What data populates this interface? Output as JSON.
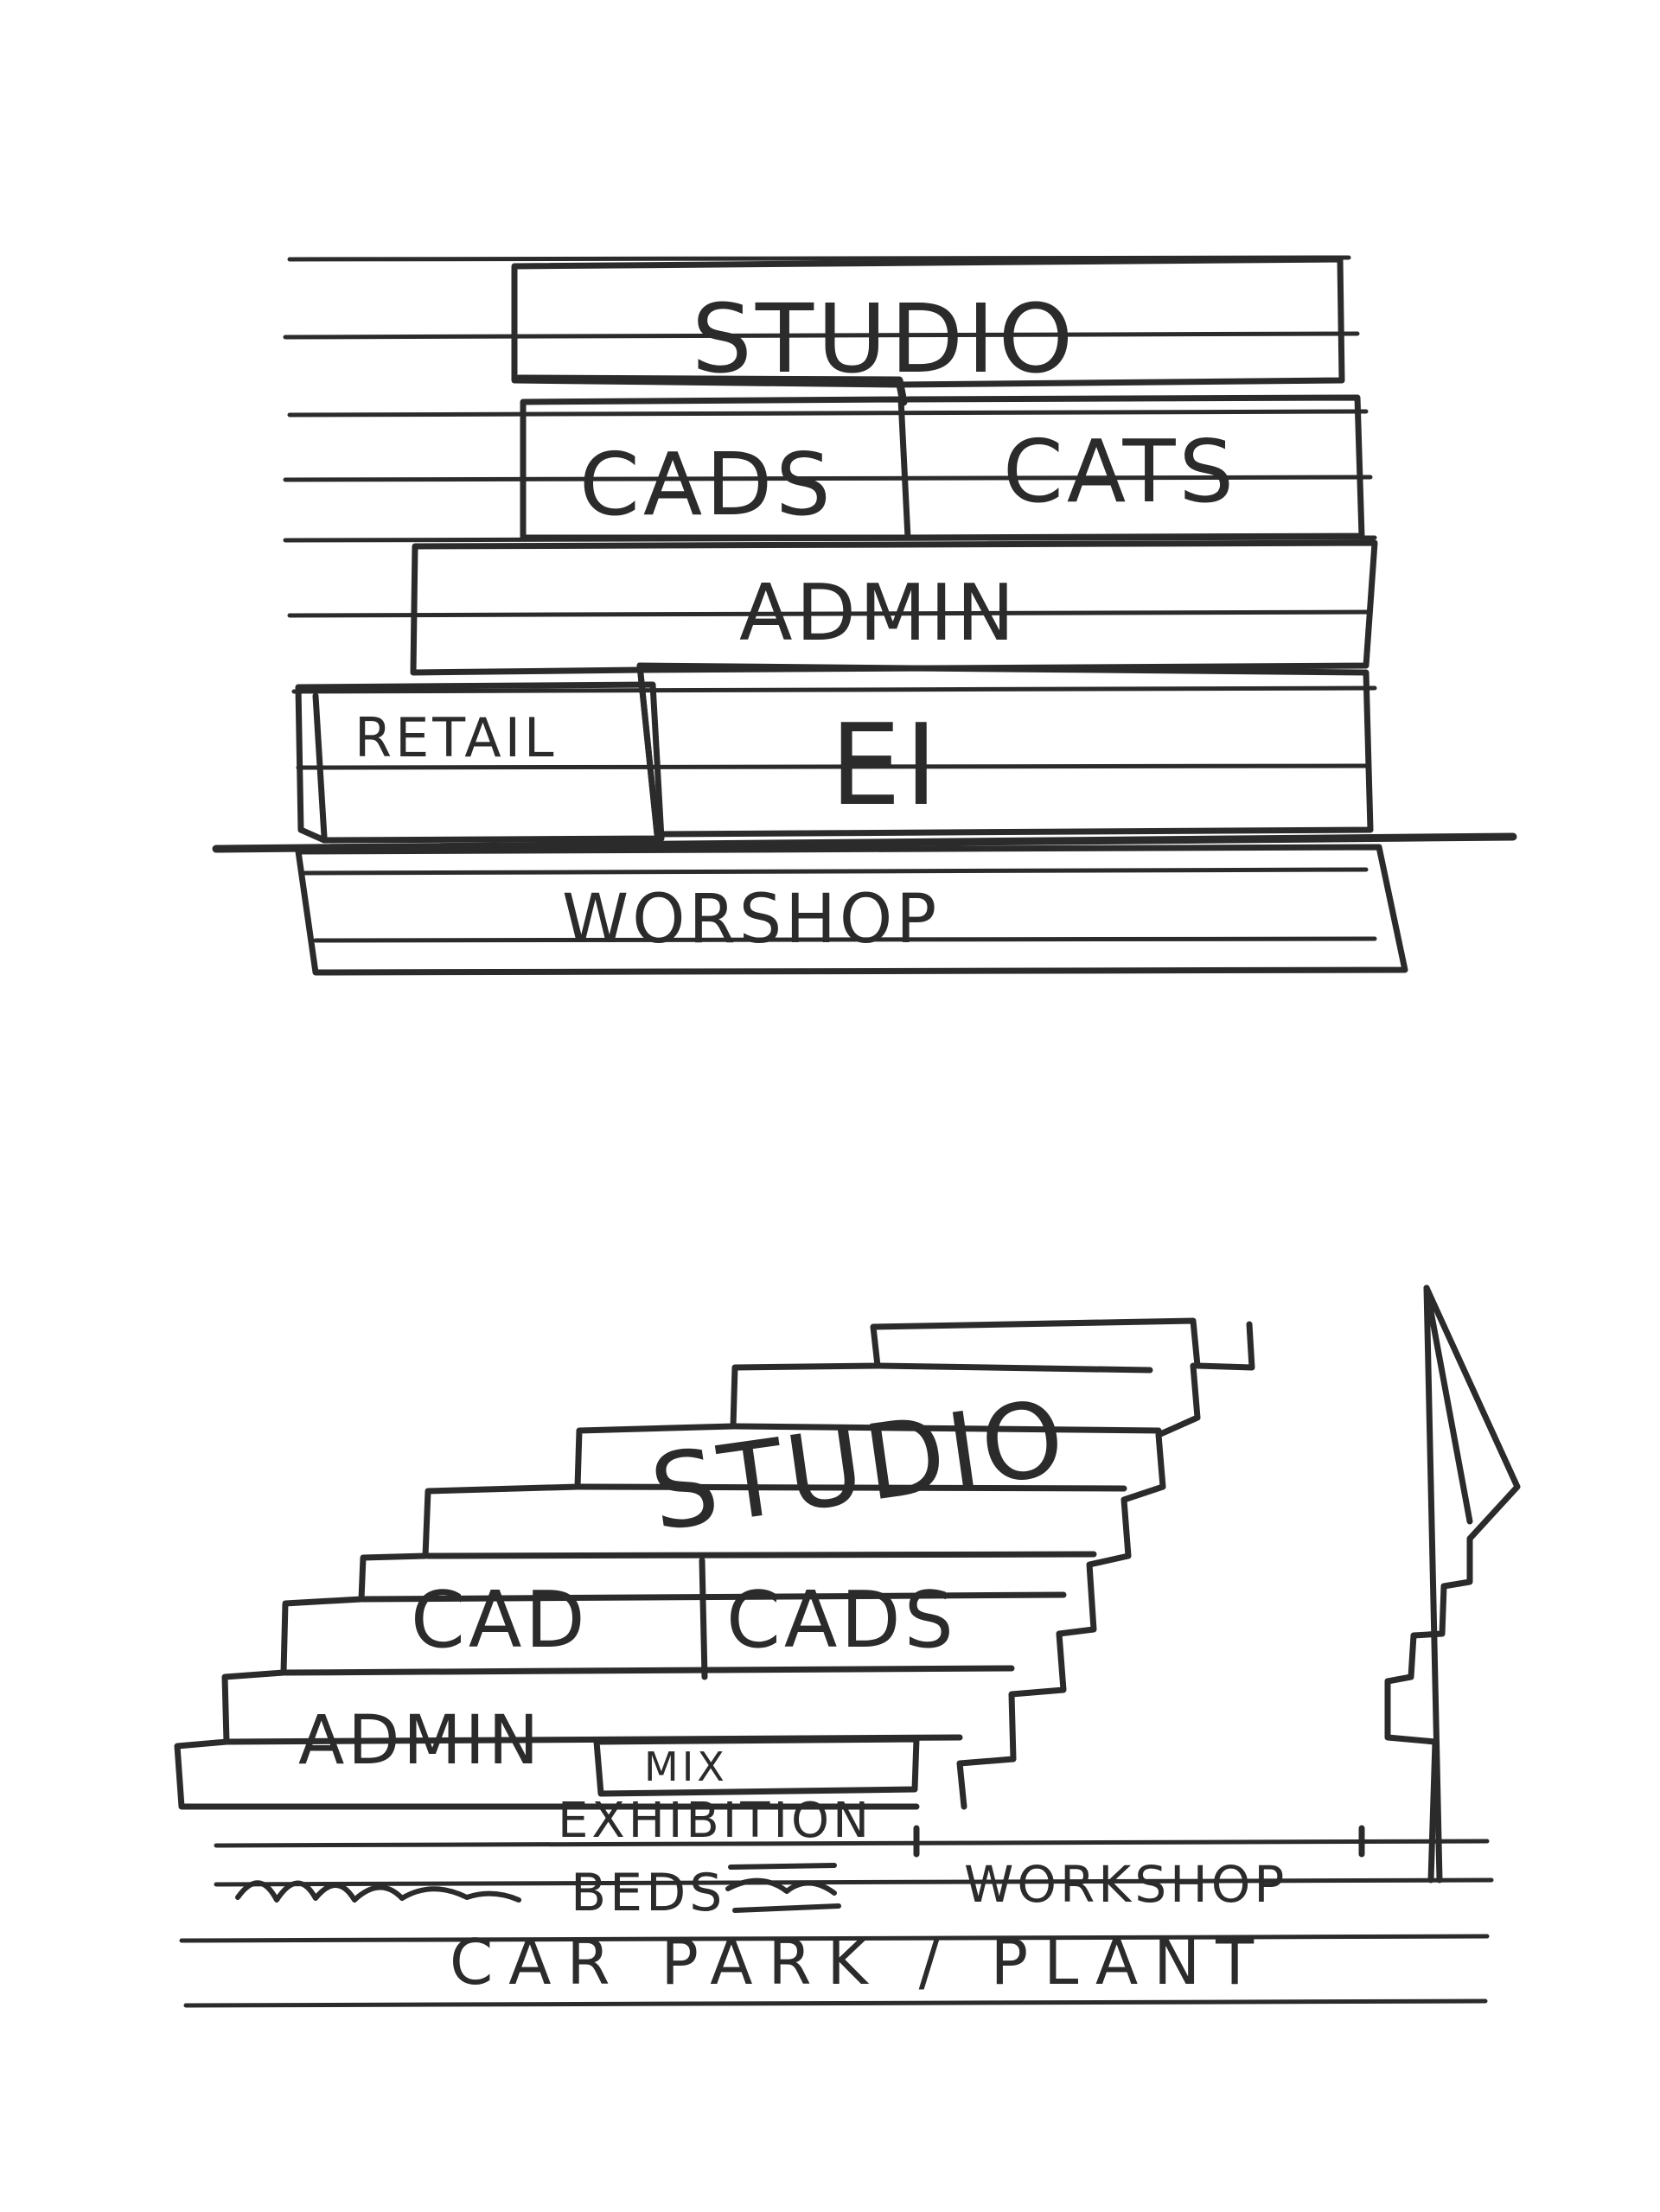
{
  "sketch_top": {
    "labels": {
      "studio": "STUDIO",
      "cads": "CADS",
      "cats": "CATS",
      "admin": "ADMIN",
      "retail": "RETAIL",
      "ei": "EI",
      "workshop": "WORSHOP"
    }
  },
  "sketch_bottom": {
    "labels": {
      "studio": "STUDIO",
      "cad_left": "CAD",
      "cads_right": "CADS",
      "admin": "ADMIN",
      "mix": "MIX",
      "exhibition": "EXHIBITION",
      "beds": "BEDS",
      "workshop": "WORKSHOP",
      "car_park": "CAR PARK / PLANT"
    }
  }
}
